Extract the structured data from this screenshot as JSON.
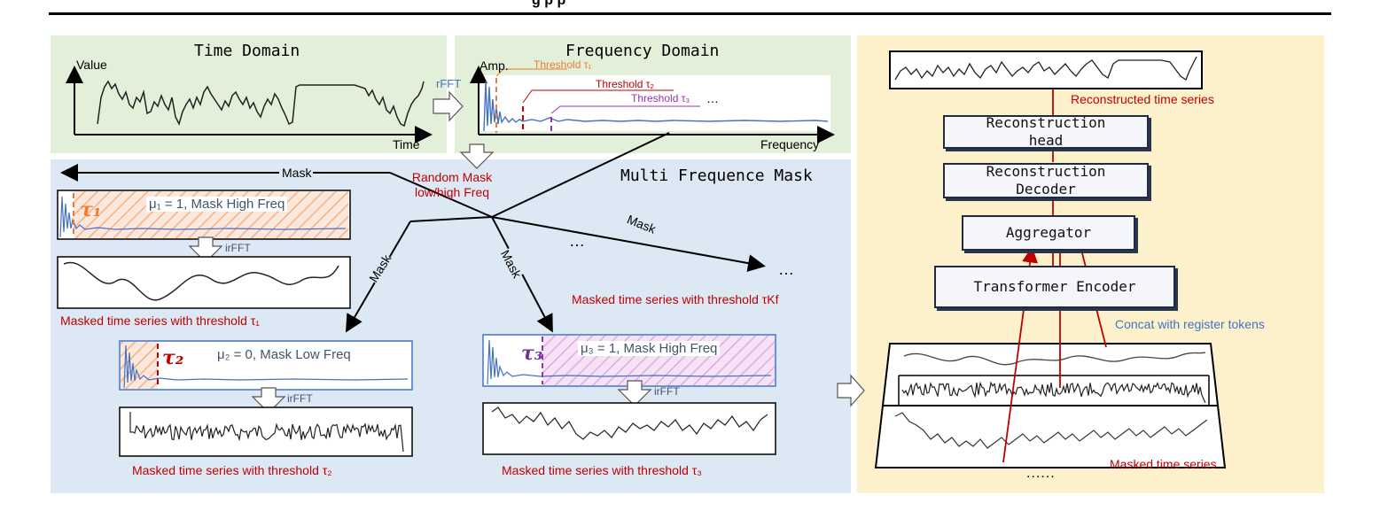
{
  "header": {
    "partial_title": "g                                                                  p                                    p"
  },
  "time_domain": {
    "title": "Time Domain",
    "y_label": "Value",
    "x_label": "Time"
  },
  "rfft_label": "rFFT",
  "freq_domain": {
    "title": "Frequency Domain",
    "y_label": "Amp.",
    "x_label": "Frequency",
    "threshold_1": "Threshold τ₁",
    "threshold_2": "Threshold τ₂",
    "threshold_3": "Threshold τ₃",
    "ellipsis": "…"
  },
  "random_mask": "Random Mask low/high Freq",
  "mfm_title": "Multi Frequence Mask",
  "mask_label": "Mask",
  "branch1": {
    "tau": "τ₁",
    "mu_text": "μ₁ = 1, Mask High Freq",
    "irfft": "irFFT",
    "caption": "Masked time series with threshold τ₁"
  },
  "branch2": {
    "tau": "τ₂",
    "mu_text": "μ₂ = 0, Mask Low Freq",
    "irfft": "irFFT",
    "caption": "Masked time series with threshold τ₂"
  },
  "branch3": {
    "tau": "τ₃",
    "mu_text": "μ₃ = 1, Mask High Freq",
    "irfft": "irFFT",
    "caption": "Masked time series with threshold τ₃"
  },
  "branchK": {
    "dots_mid": "…",
    "dots_end": "…",
    "caption": "Masked time series with threshold τKf"
  },
  "right": {
    "reconstructed_label": "Reconstructed time series",
    "recon_head": "Reconstruction head",
    "recon_decoder": "Reconstruction Decoder",
    "aggregator": "Aggregator",
    "encoder": "Transformer Encoder",
    "concat_label": "Concat with register tokens",
    "masked_label": "Masked time series",
    "dots": "......"
  },
  "colors": {
    "time_bg": "#e2efd9",
    "mask_bg": "#dde8f5",
    "right_bg": "#fdf1cc",
    "accent_red": "#c00000",
    "accent_blue": "#4472c4",
    "orange": "#ed7d31",
    "purple": "#9b30b0"
  }
}
